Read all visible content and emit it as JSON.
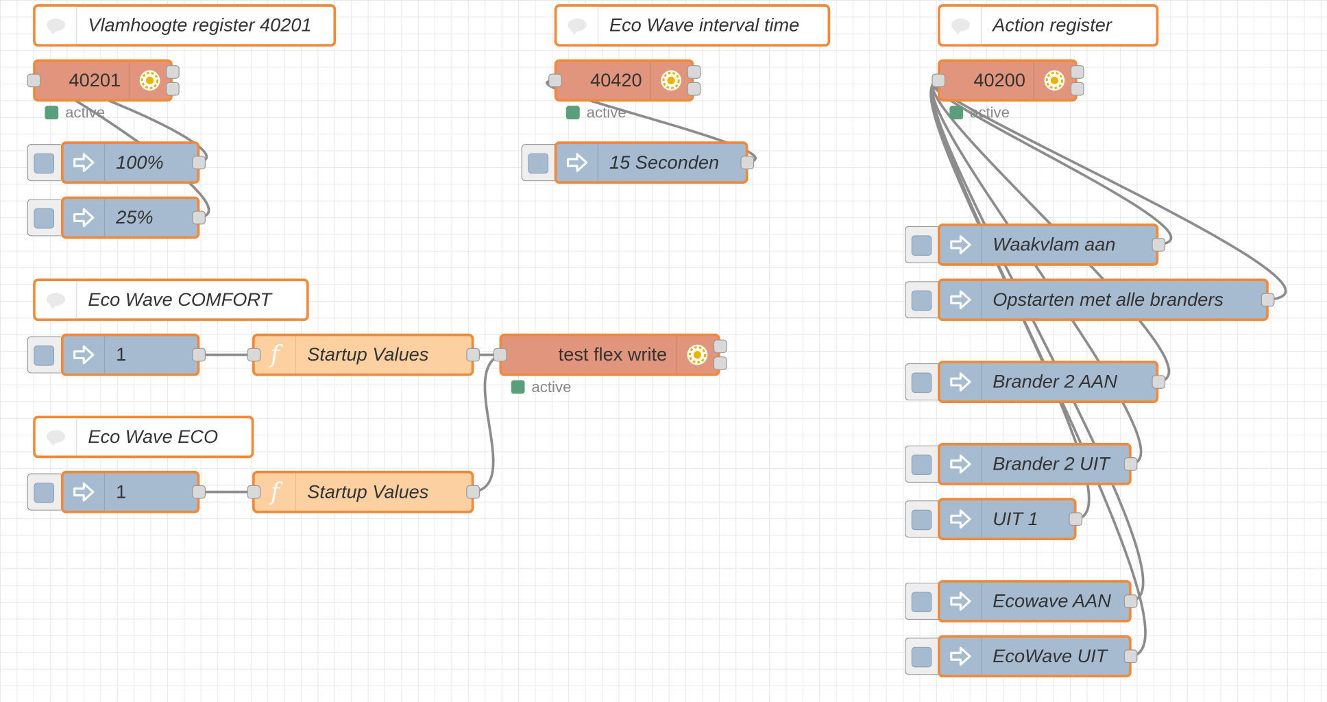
{
  "comments": [
    {
      "text": "Vlamhoogte register 40201"
    },
    {
      "text": "Eco Wave interval time"
    },
    {
      "text": "Action register"
    },
    {
      "text": "Eco Wave COMFORT"
    },
    {
      "text": "Eco Wave ECO"
    }
  ],
  "modbus_nodes": [
    {
      "label": "40201",
      "status": "active"
    },
    {
      "label": "40420",
      "status": "active"
    },
    {
      "label": "40200",
      "status": "active"
    },
    {
      "label": "test flex write",
      "status": "active"
    }
  ],
  "inject_nodes": [
    {
      "label": "100%"
    },
    {
      "label": "25%"
    },
    {
      "label": "15 Seconden"
    },
    {
      "label": "1"
    },
    {
      "label": "1"
    },
    {
      "label": "Waakvlam aan"
    },
    {
      "label": "Opstarten met alle branders"
    },
    {
      "label": "Brander 2 AAN"
    },
    {
      "label": "Brander 2 UIT"
    },
    {
      "label": "UIT 1"
    },
    {
      "label": "Ecowave AAN"
    },
    {
      "label": "EcoWave UIT"
    }
  ],
  "function_nodes": [
    {
      "label": "Startup Values"
    },
    {
      "label": "Startup Values"
    }
  ],
  "icons": {
    "comment": "speech-bubble-icon",
    "inject": "arrow-right-icon",
    "function": "function-f-icon",
    "modbus": "modbus-gear-icon"
  },
  "colors": {
    "node_border": "#f08a3a",
    "modbus_fill": "#e2957d",
    "inject_fill": "#a6bbcf",
    "function_fill": "#fdd0a2",
    "wire": "#8c8c8c",
    "status_ok": "#5a9e7c"
  }
}
